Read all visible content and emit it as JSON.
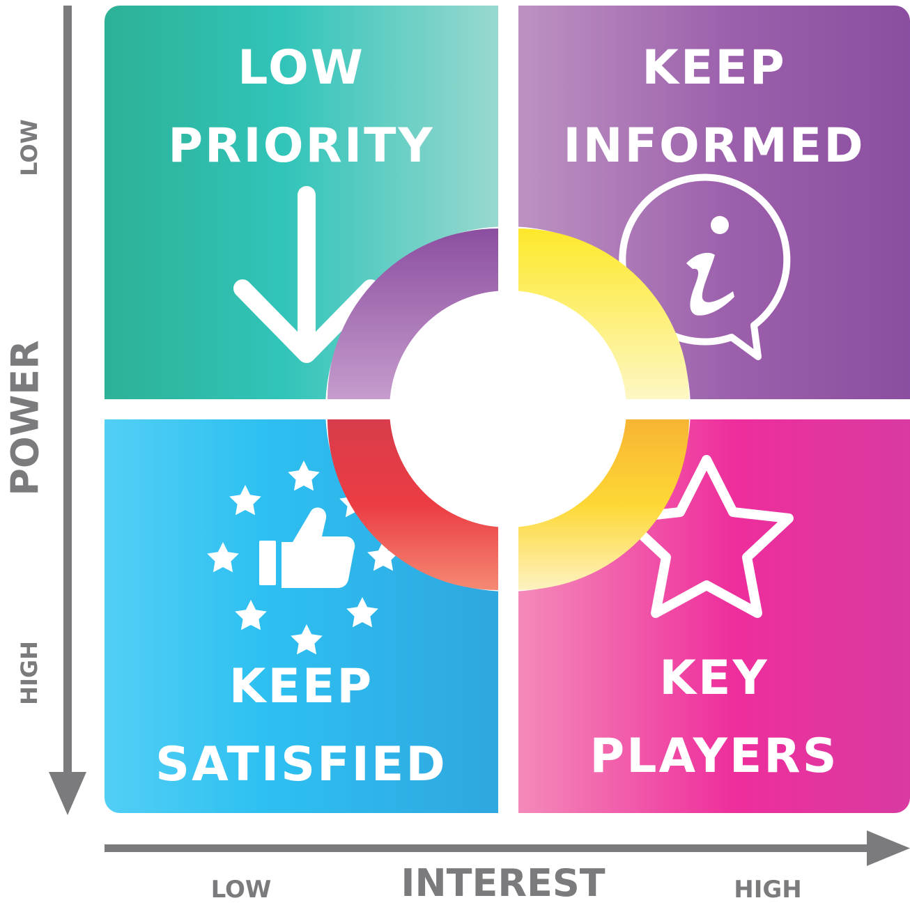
{
  "quadrants": {
    "top_left": {
      "line1": "LOW",
      "line2": "PRIORITY",
      "icon": "down-arrow-icon"
    },
    "top_right": {
      "line1": "KEEP",
      "line2": "INFORMED",
      "icon": "info-speech-bubble-icon"
    },
    "bottom_left": {
      "line1": "KEEP",
      "line2": "SATISFIED",
      "icon": "thumbs-up-stars-icon"
    },
    "bottom_right": {
      "line1": "KEY",
      "line2": "PLAYERS",
      "icon": "star-outline-icon"
    }
  },
  "axes": {
    "y": {
      "title": "POWER",
      "start_label": "LOW",
      "end_label": "HIGH"
    },
    "x": {
      "title": "INTEREST",
      "start_label": "LOW",
      "end_label": "HIGH"
    }
  },
  "colors": {
    "teal": "#31c4b9",
    "purple": "#8c4ea0",
    "blue": "#2ec0f1",
    "magenta": "#ee2e9c",
    "yellow": "#fde82a",
    "red": "#ec3c44",
    "axis_gray": "#7b7b7d"
  }
}
